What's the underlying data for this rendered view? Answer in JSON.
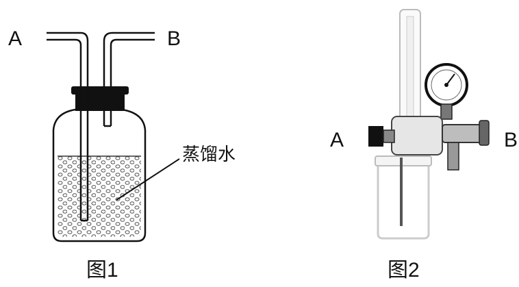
{
  "figure1": {
    "label_a": "A",
    "label_b": "B",
    "annotation": "蒸馏水",
    "caption": "图1"
  },
  "figure2": {
    "label_a": "A",
    "label_b": "B",
    "caption": "图2"
  }
}
